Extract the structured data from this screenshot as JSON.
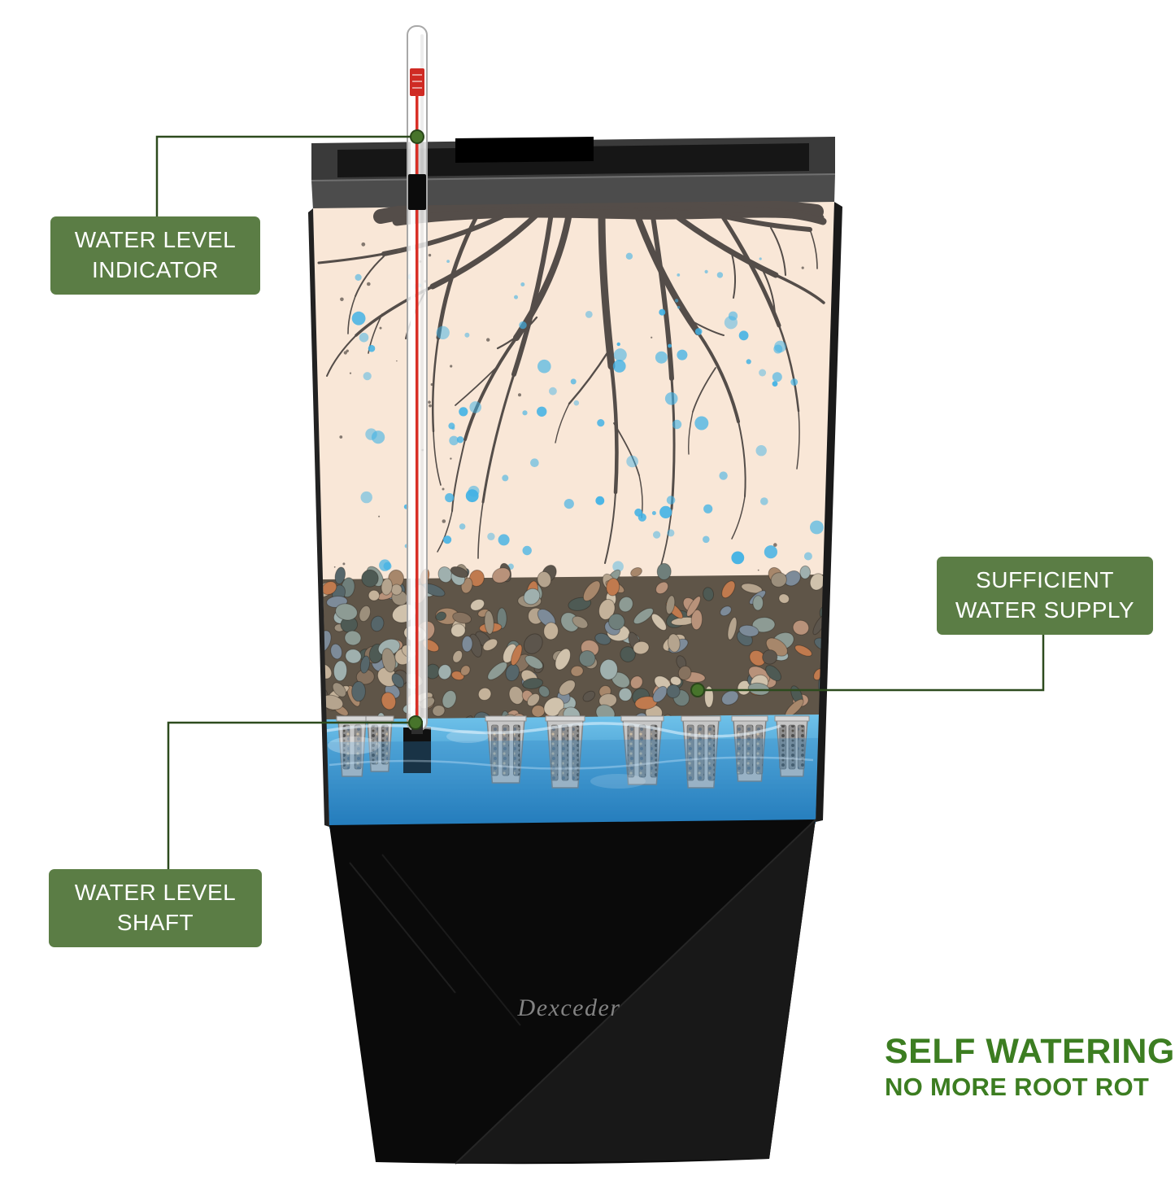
{
  "callouts": {
    "indicator": {
      "line1": "WATER LEVEL",
      "line2": "INDICATOR"
    },
    "supply": {
      "line1": "SUFFICIENT",
      "line2": "WATER SUPPLY"
    },
    "shaft": {
      "line1": "WATER LEVEL",
      "line2": "SHAFT"
    }
  },
  "headline": {
    "title": "SELF WATERING",
    "subtitle": "NO MORE ROOT ROT"
  },
  "brand": {
    "name": "Dexceder"
  },
  "colors": {
    "label_bg": "#5b7d45",
    "label_text": "#ffffff",
    "headline_green": "#3c7d21",
    "connector_green": "#2d4b1e",
    "soil_cream": "#f9e7d7",
    "root_brown": "#544d49",
    "droplet_blue": "#41b2e5",
    "water_light": "#6fc2ea",
    "water_deep": "#1e77b8"
  }
}
